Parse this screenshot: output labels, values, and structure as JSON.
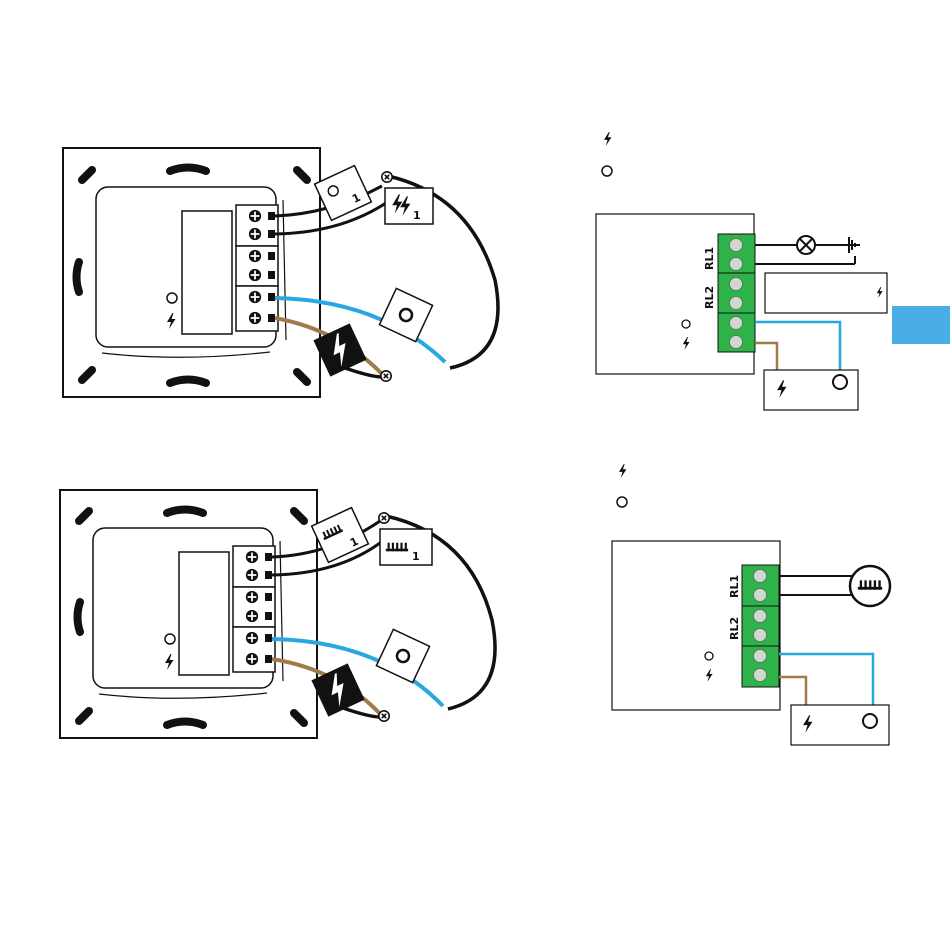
{
  "colors": {
    "line": "#111111",
    "terminal_green": "#2db34a",
    "terminal_socket": "#cfd8cf",
    "neutral_blue": "#29a8e0",
    "live_brown": "#a07c4c",
    "side_tab": "#4aaee6"
  },
  "icons": {
    "live": "lightning-bolt-icon",
    "neutral": "circle-icon",
    "lamp": "light-bulb-icon",
    "heater": "radiator-icon",
    "earth": "earth-ground-icon",
    "screw": "screw-terminal-icon"
  },
  "diagram_top": {
    "legend": [
      {
        "icon": "live",
        "text": ""
      },
      {
        "icon": "neutral",
        "text": ""
      }
    ],
    "relay_labels": {
      "rl1": "RL1",
      "rl2": "RL2"
    },
    "tag_number_a": "1",
    "tag_number_b": "1"
  },
  "diagram_bottom": {
    "legend": [
      {
        "icon": "live",
        "text": ""
      },
      {
        "icon": "neutral",
        "text": ""
      }
    ],
    "relay_labels": {
      "rl1": "RL1",
      "rl2": "RL2"
    },
    "tag_number_a": "1",
    "tag_number_b": "1"
  }
}
